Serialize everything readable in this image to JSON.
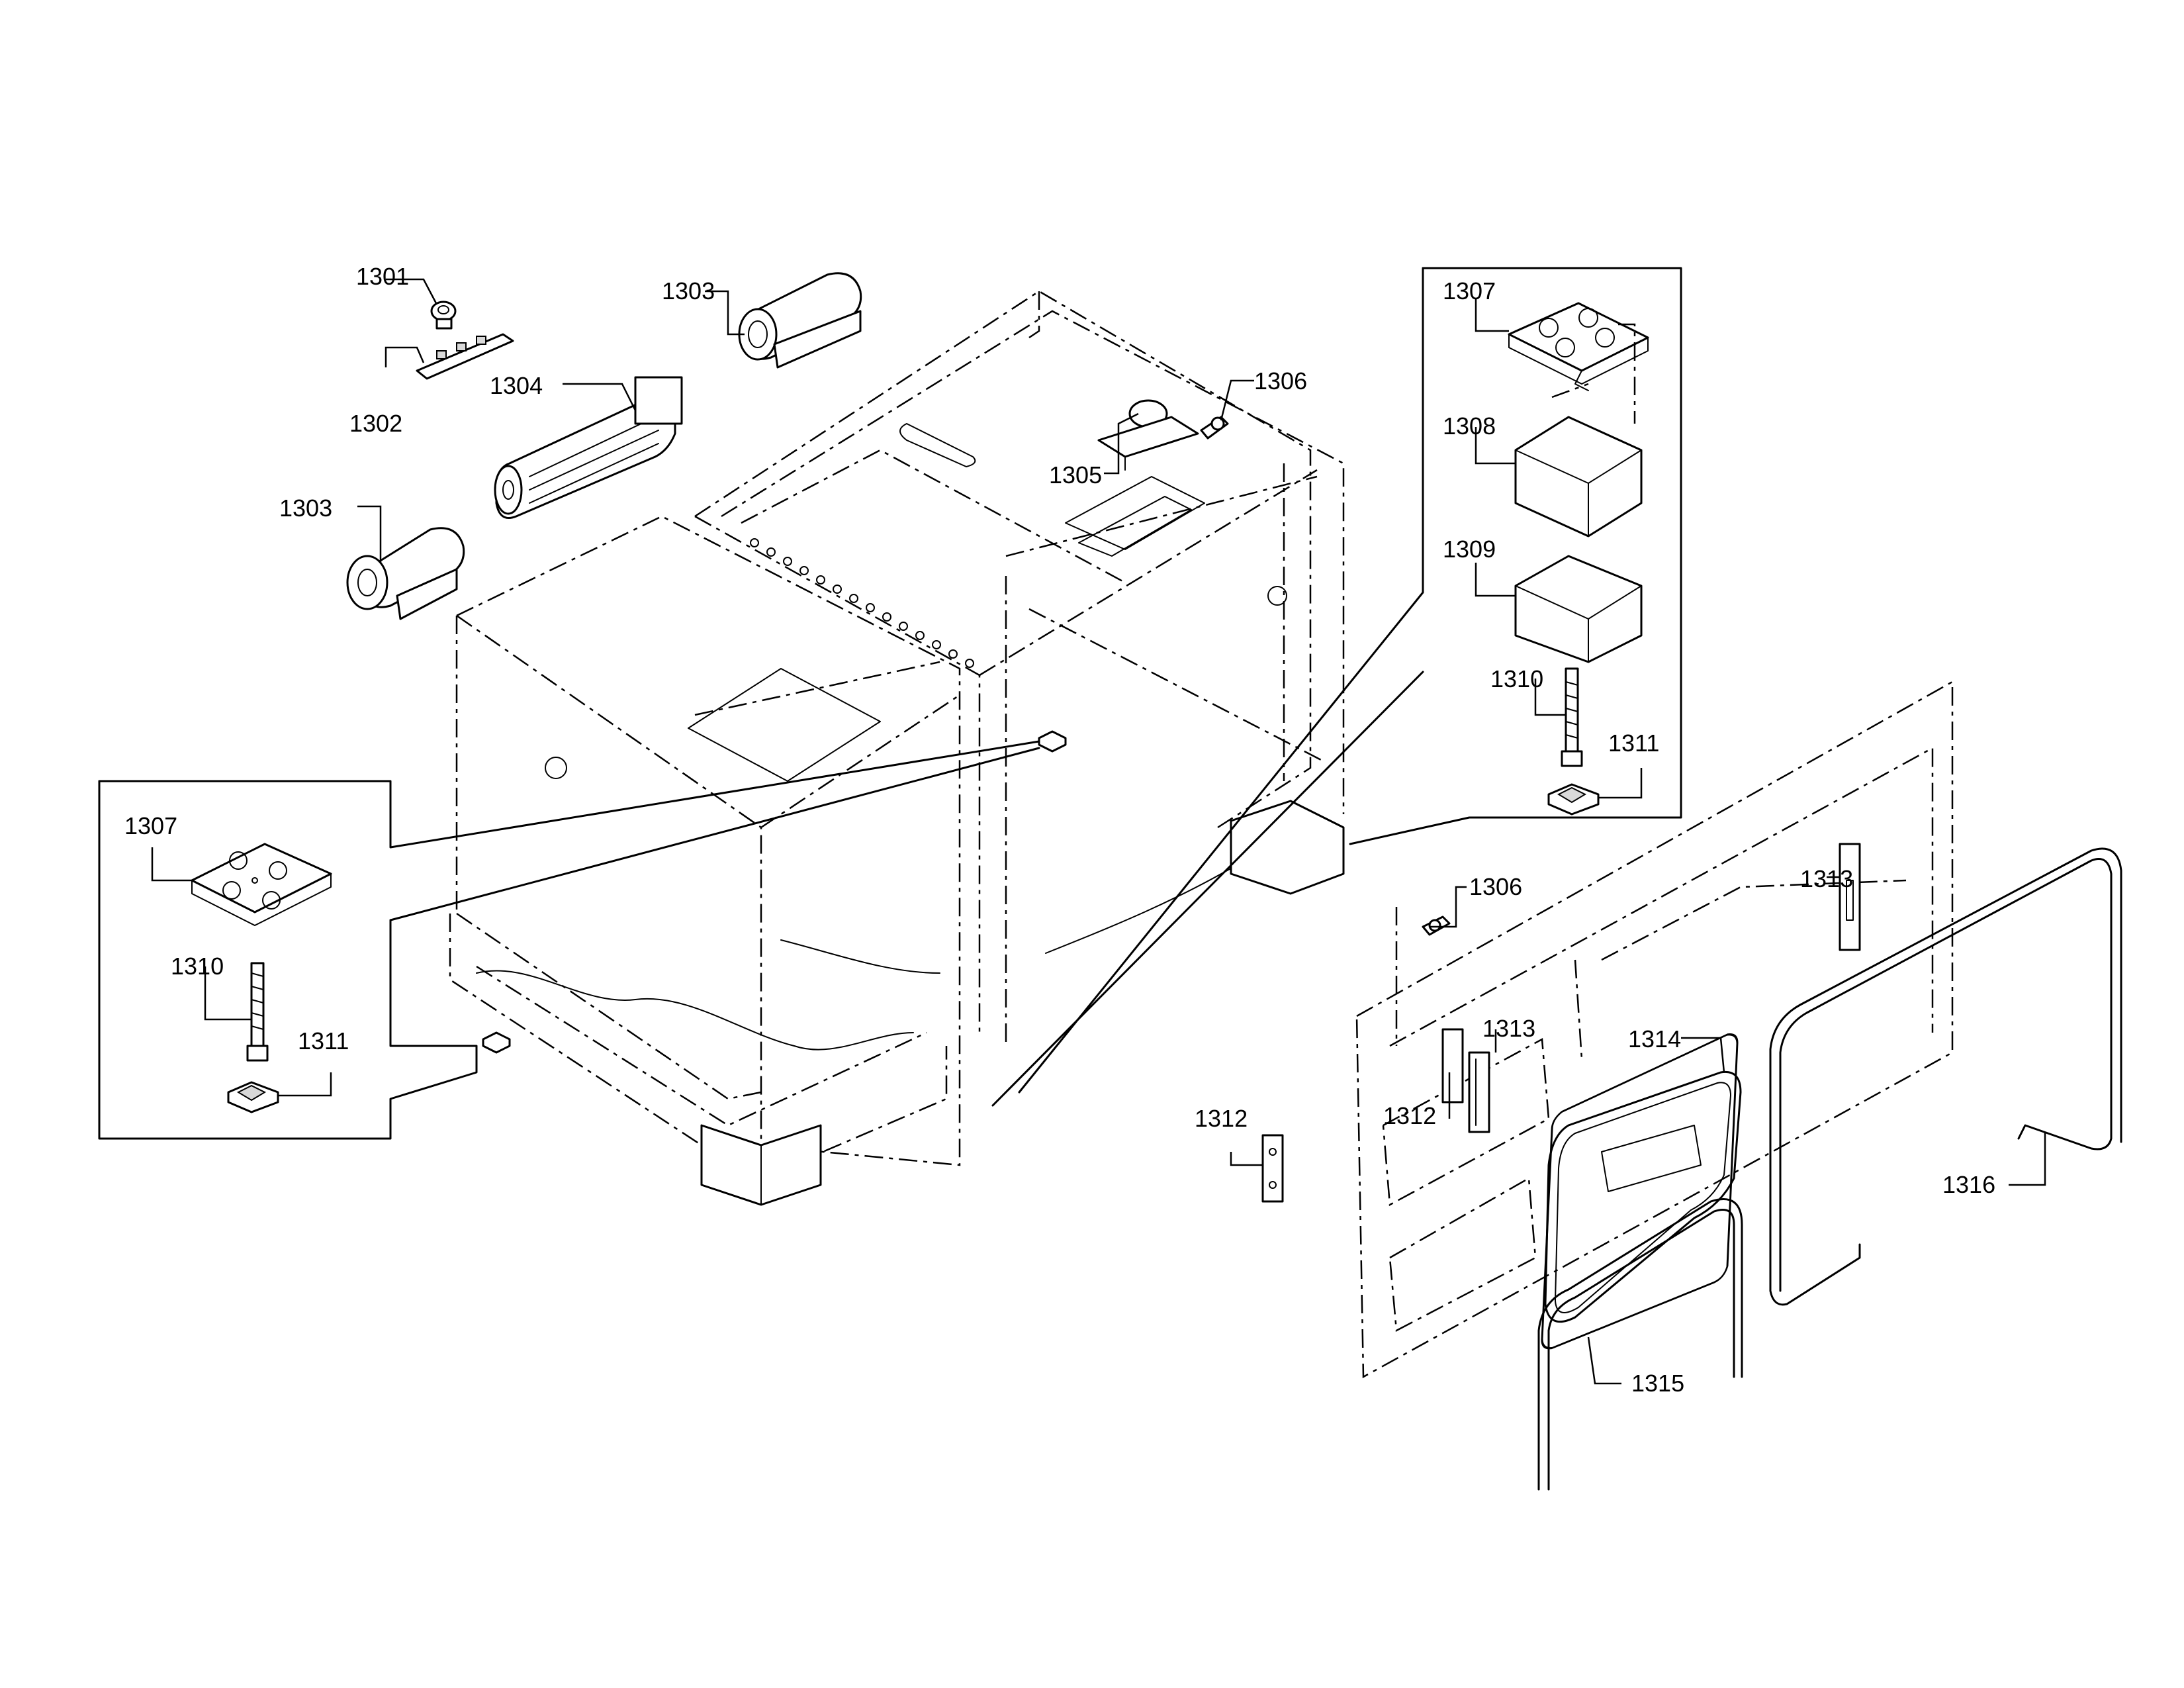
{
  "diagram": {
    "parts": [
      {
        "id": "p1301",
        "label": "1301"
      },
      {
        "id": "p1302",
        "label": "1302"
      },
      {
        "id": "p1303a",
        "label": "1303"
      },
      {
        "id": "p1303b",
        "label": "1303"
      },
      {
        "id": "p1304",
        "label": "1304"
      },
      {
        "id": "p1305",
        "label": "1305"
      },
      {
        "id": "p1306a",
        "label": "1306"
      },
      {
        "id": "p1306b",
        "label": "1306"
      },
      {
        "id": "p1307a",
        "label": "1307"
      },
      {
        "id": "p1307b",
        "label": "1307"
      },
      {
        "id": "p1308",
        "label": "1308"
      },
      {
        "id": "p1309",
        "label": "1309"
      },
      {
        "id": "p1310a",
        "label": "1310"
      },
      {
        "id": "p1310b",
        "label": "1310"
      },
      {
        "id": "p1311a",
        "label": "1311"
      },
      {
        "id": "p1311b",
        "label": "1311"
      },
      {
        "id": "p1312a",
        "label": "1312"
      },
      {
        "id": "p1312b",
        "label": "1312"
      },
      {
        "id": "p1313a",
        "label": "1313"
      },
      {
        "id": "p1313b",
        "label": "1313"
      },
      {
        "id": "p1314",
        "label": "1314"
      },
      {
        "id": "p1315",
        "label": "1315"
      },
      {
        "id": "p1316",
        "label": "1316"
      }
    ]
  }
}
